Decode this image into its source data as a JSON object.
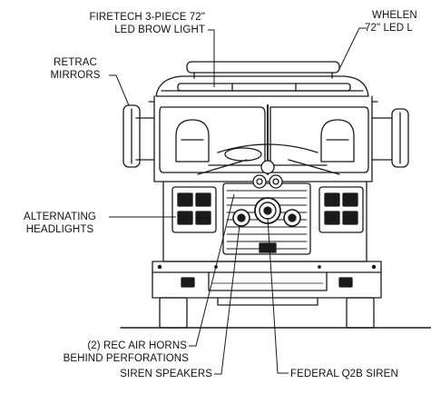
{
  "callouts": {
    "brow_light": [
      "FIRETECH 3-PIECE 72\"",
      "LED BROW LIGHT"
    ],
    "whelen": [
      "WHELEN",
      "72\" LED L"
    ],
    "mirrors": [
      "RETRAC",
      "MIRRORS"
    ],
    "headlights": [
      "ALTERNATING",
      "HEADLIGHTS"
    ],
    "air_horns": [
      "(2) REC AIR HORNS",
      "BEHIND PERFORATIONS"
    ],
    "siren_speakers": [
      "SIREN SPEAKERS"
    ],
    "q2b_siren": [
      "FEDERAL Q2B SIREN"
    ]
  },
  "colors": {
    "line": "#1a1a1a",
    "background": "#ffffff"
  }
}
